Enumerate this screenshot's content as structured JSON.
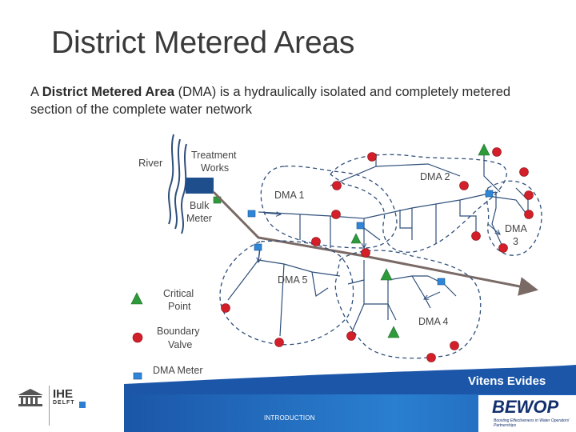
{
  "slide": {
    "title": "District Metered Areas",
    "intro_bold": "District Metered Area",
    "intro_pre": "A ",
    "intro_post": " (DMA) is a hydraulically isolated and completely metered section of the complete water network"
  },
  "diagram": {
    "labels": {
      "river": "River",
      "treatment_1": "Treatment",
      "treatment_2": "Works",
      "bulk_1": "Bulk",
      "bulk_2": "Meter",
      "dma1": "DMA 1",
      "dma2": "DMA 2",
      "dma3_1": "DMA",
      "dma3_2": "3",
      "dma4": "DMA 4",
      "dma5": "DMA 5"
    },
    "legend": {
      "critical_1": "Critical",
      "critical_2": "Point",
      "boundary_1": "Boundary",
      "boundary_2": "Valve",
      "meter": "DMA Meter"
    },
    "colors": {
      "valve": "#d21f2a",
      "critical": "#2e9a3a",
      "meter": "#2e86d8",
      "main": "#7a6a66",
      "pipe": "#2f4f7a",
      "boundary": "#2f4f7a",
      "treatment": "#1f4e8c"
    }
  },
  "footer": {
    "center_text": "INTRODUCTION",
    "brand": "Vitens Evides",
    "ihe": "IHE",
    "ihe_sub": "DELFT",
    "bewop": "BEWOP",
    "bewop_tagline": "Boosting Effectiveness in Water Operators' Partnerships"
  }
}
